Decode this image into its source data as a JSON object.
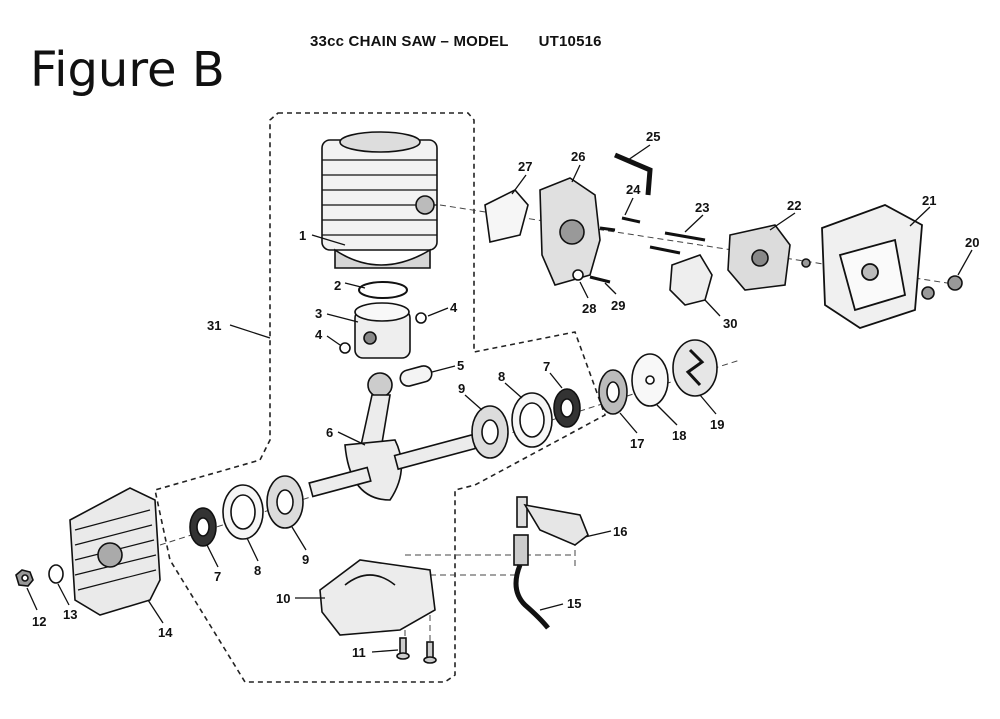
{
  "figure_label": "Figure B",
  "title": {
    "text": "33cc CHAIN SAW – MODEL",
    "model": "UT10516"
  },
  "callouts": [
    {
      "id": "1",
      "label": "1"
    },
    {
      "id": "2",
      "label": "2"
    },
    {
      "id": "3",
      "label": "3"
    },
    {
      "id": "4a",
      "label": "4"
    },
    {
      "id": "4b",
      "label": "4"
    },
    {
      "id": "5",
      "label": "5"
    },
    {
      "id": "6",
      "label": "6"
    },
    {
      "id": "7a",
      "label": "7"
    },
    {
      "id": "7b",
      "label": "7"
    },
    {
      "id": "8a",
      "label": "8"
    },
    {
      "id": "8b",
      "label": "8"
    },
    {
      "id": "9a",
      "label": "9"
    },
    {
      "id": "9b",
      "label": "9"
    },
    {
      "id": "10",
      "label": "10"
    },
    {
      "id": "11",
      "label": "11"
    },
    {
      "id": "12",
      "label": "12"
    },
    {
      "id": "13",
      "label": "13"
    },
    {
      "id": "14",
      "label": "14"
    },
    {
      "id": "15",
      "label": "15"
    },
    {
      "id": "16",
      "label": "16"
    },
    {
      "id": "17",
      "label": "17"
    },
    {
      "id": "18",
      "label": "18"
    },
    {
      "id": "19",
      "label": "19"
    },
    {
      "id": "20",
      "label": "20"
    },
    {
      "id": "21",
      "label": "21"
    },
    {
      "id": "22",
      "label": "22"
    },
    {
      "id": "23",
      "label": "23"
    },
    {
      "id": "24",
      "label": "24"
    },
    {
      "id": "25",
      "label": "25"
    },
    {
      "id": "26",
      "label": "26"
    },
    {
      "id": "27",
      "label": "27"
    },
    {
      "id": "28",
      "label": "28"
    },
    {
      "id": "29",
      "label": "29"
    },
    {
      "id": "30",
      "label": "30"
    },
    {
      "id": "31",
      "label": "31"
    }
  ]
}
